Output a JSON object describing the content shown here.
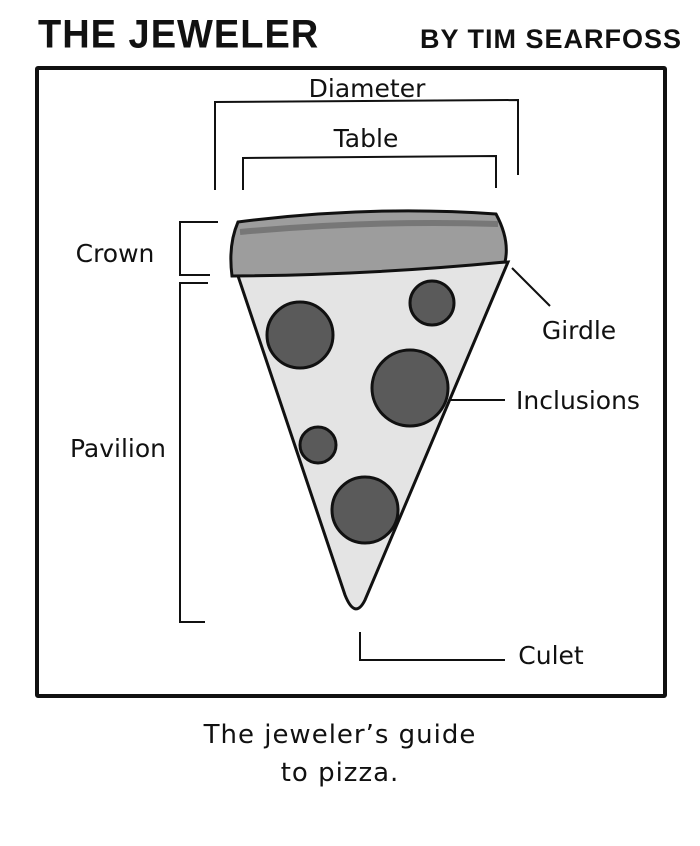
{
  "header": {
    "title": "THE JEWELER",
    "byline": "BY TIM SEARFOSS"
  },
  "labels": {
    "diameter": "Diameter",
    "table": "Table",
    "crown": "Crown",
    "girdle": "Girdle",
    "inclusions": "Inclusions",
    "pavilion": "Pavilion",
    "culet": "Culet"
  },
  "caption": {
    "line1": "The jeweler’s guide",
    "line2": "to pizza."
  }
}
